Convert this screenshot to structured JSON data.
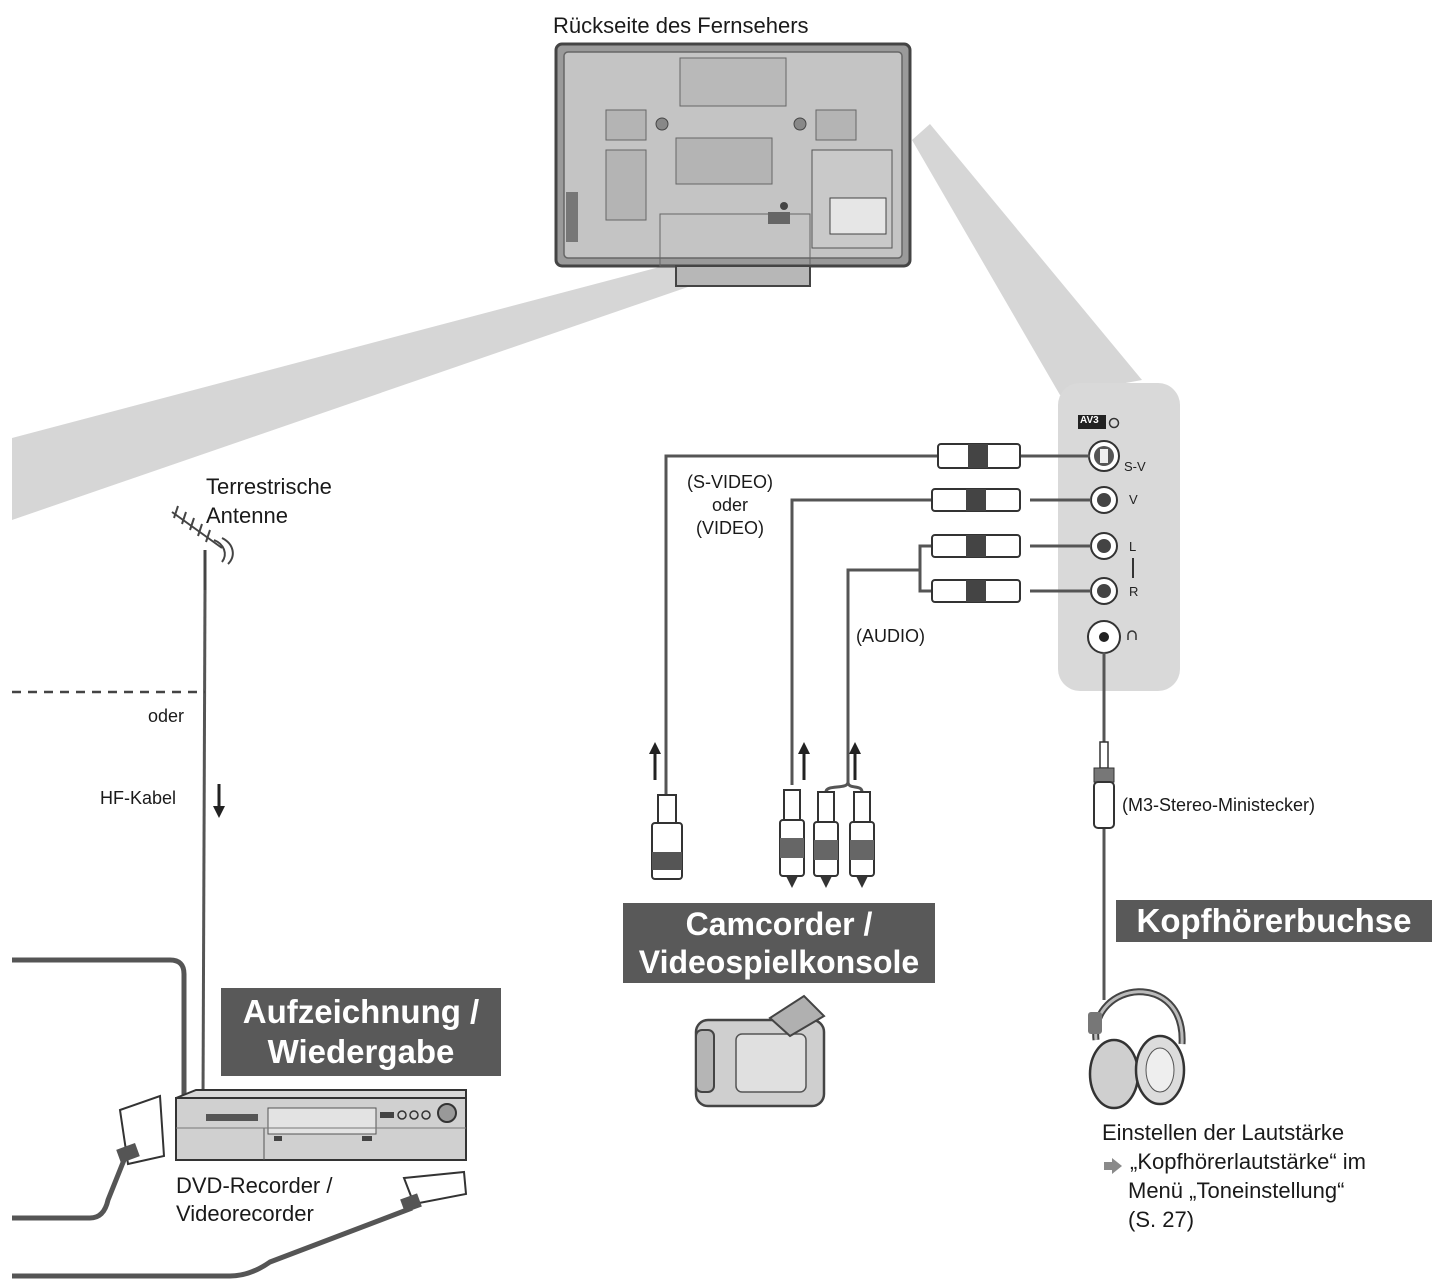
{
  "tv_back": {
    "title": "Rückseite des Fernsehers"
  },
  "antenna": {
    "label_line1": "Terrestrische",
    "label_line2": "Antenne"
  },
  "left_section": {
    "oder": "oder",
    "hf_kabel": "HF-Kabel"
  },
  "recording": {
    "box_line1": "Aufzeichnung /",
    "box_line2": "Wiedergabe",
    "device_line1": "DVD-Recorder /",
    "device_line2": "Videorecorder"
  },
  "camcorder": {
    "box_line1": "Camcorder /",
    "box_line2": "Videospielkonsole",
    "cable_svideo": "(S-VIDEO)",
    "cable_oder": "oder",
    "cable_video": "(VIDEO)",
    "cable_audio": "(AUDIO)"
  },
  "panel": {
    "badge": "AV3",
    "jack_svideo": "S-V",
    "jack_video": "V",
    "jack_left": "L",
    "jack_right": "R"
  },
  "headphones": {
    "box": "Kopfhörerbuchse",
    "plug_label": "(M3-Stereo-Ministecker)",
    "note_line1": "Einstellen der Lautstärke",
    "note_line2": "„Kopfhörerlautstärke“ im",
    "note_line3": "Menü „Toneinstellung“",
    "note_line4": "(S. 27)"
  },
  "colors": {
    "label_box_bg": "#595959",
    "panel_bg": "#d9d9d9",
    "beam": "#d6d6d6",
    "line": "#555555",
    "device": "#c8c8c8"
  },
  "icons": [
    "tv-back-icon",
    "antenna-icon",
    "recorder-icon",
    "scart-plug-icon",
    "rca-plug-icon",
    "svideo-plug-icon",
    "camcorder-icon",
    "headphones-icon",
    "mini-plug-icon",
    "arrow-right-icon"
  ]
}
